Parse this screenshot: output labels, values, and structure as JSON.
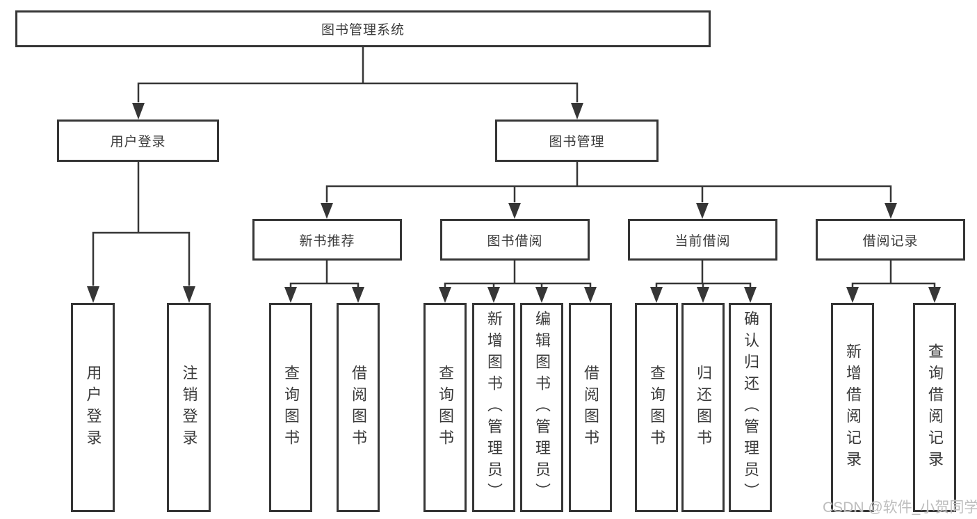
{
  "diagram": {
    "title": "图书管理系统",
    "branches": [
      {
        "label": "用户登录",
        "children": [
          {
            "label": "用户登录"
          },
          {
            "label": "注销登录"
          }
        ]
      },
      {
        "label": "图书管理",
        "sections": [
          {
            "label": "新书推荐",
            "children": [
              {
                "label": "查询图书"
              },
              {
                "label": "借阅图书"
              }
            ]
          },
          {
            "label": "图书借阅",
            "children": [
              {
                "label": "查询图书"
              },
              {
                "label": "新增图书（管理员）"
              },
              {
                "label": "编辑图书（管理员）"
              },
              {
                "label": "借阅图书"
              }
            ]
          },
          {
            "label": "当前借阅",
            "children": [
              {
                "label": "查询图书"
              },
              {
                "label": "归还图书"
              },
              {
                "label": "确认归还（管理员）"
              }
            ]
          },
          {
            "label": "借阅记录",
            "children": [
              {
                "label": "新增借阅记录"
              },
              {
                "label": "查询借阅记录"
              }
            ]
          }
        ]
      }
    ],
    "watermark": "CSDN @软件_小贺同学",
    "colors": {
      "line": "#363636",
      "text": "#3a3a3a",
      "box_fill": "#ffffff",
      "watermark": "#bdbdbd",
      "background": "#ffffff"
    }
  }
}
